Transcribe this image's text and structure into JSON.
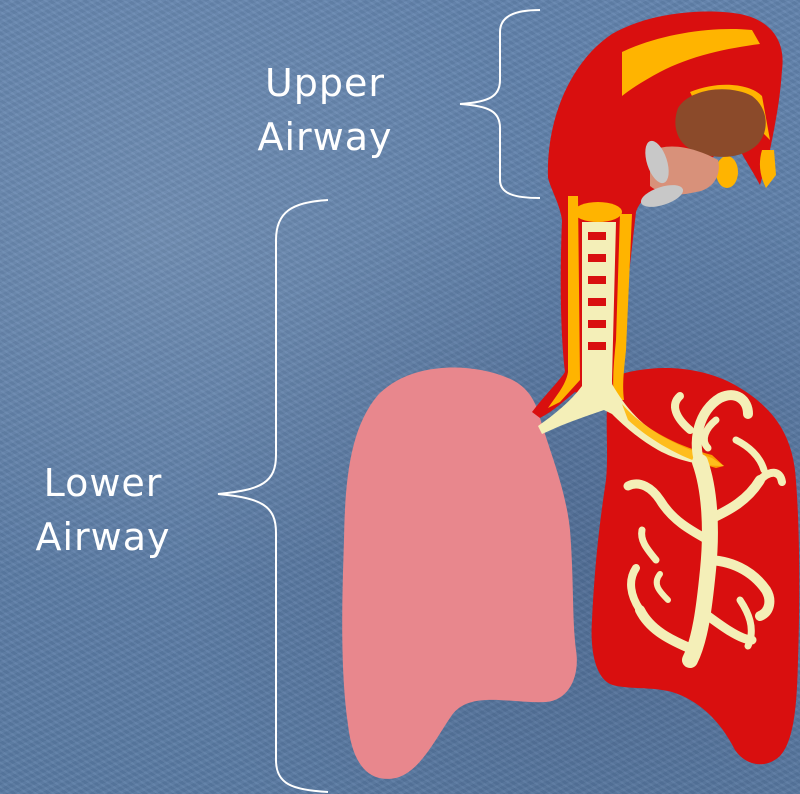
{
  "labels": {
    "upper": {
      "line1": "Upper",
      "line2": "Airway"
    },
    "lower": {
      "line1": "Lower",
      "line2": "Airway"
    }
  },
  "colors": {
    "background": "#5e7fa8",
    "tissue_red": "#d90f0f",
    "cartilage_yellow": "#ffb400",
    "bronchi_cream": "#f4efb8",
    "lung_pink": "#e8878d",
    "tongue_brown": "#8b4a2a",
    "bracket_white": "#ffffff"
  }
}
